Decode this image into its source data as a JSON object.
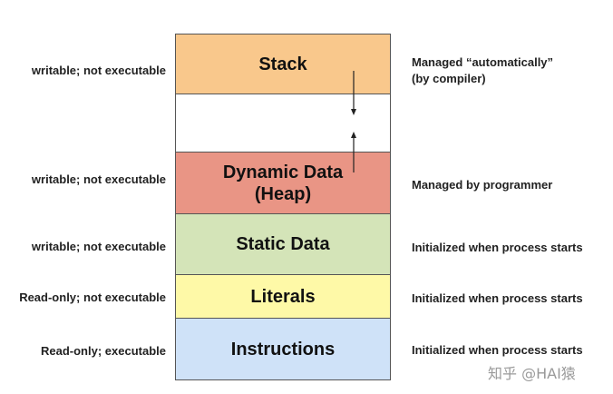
{
  "segments": [
    {
      "label": "Stack",
      "color": "#f9c88c"
    },
    {
      "label": "",
      "color": "#ffffff"
    },
    {
      "label": "Dynamic Data\n(Heap)",
      "color": "#e99585"
    },
    {
      "label": "Static Data",
      "color": "#d4e4b8"
    },
    {
      "label": "Literals",
      "color": "#fef9a7"
    },
    {
      "label": "Instructions",
      "color": "#cfe2f8"
    }
  ],
  "left_notes": [
    "writable; not executable",
    "writable; not executable",
    "writable; not executable",
    "Read-only; not executable",
    "Read-only; executable"
  ],
  "right_notes": [
    "Managed “automatically”\n(by compiler)",
    "Managed by programmer",
    "Initialized when process starts",
    "Initialized when process starts",
    "Initialized when process starts"
  ],
  "watermark": "知乎 @HAI猿"
}
